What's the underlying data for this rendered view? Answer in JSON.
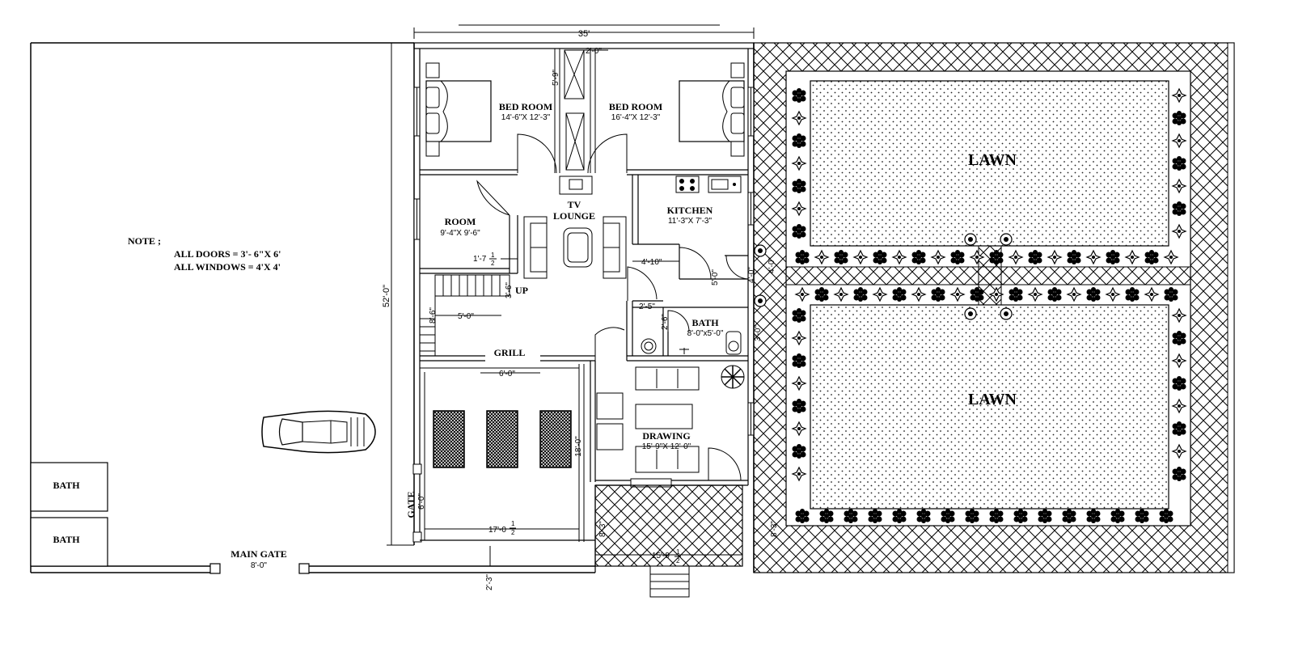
{
  "rooms": {
    "bed_left": {
      "name": "BED ROOM",
      "size": "14'-6\"X 12'-3\""
    },
    "bed_right": {
      "name": "BED ROOM",
      "size": "16'-4\"X 12'-3\""
    },
    "tv_lounge_1": "TV",
    "tv_lounge_2": "LOUNGE",
    "room": {
      "name": "ROOM",
      "size": "9'-4\"X 9'-6\""
    },
    "kitchen": {
      "name": "KITCHEN",
      "size": "11'-3\"X 7'-3\""
    },
    "bath_inner": {
      "name": "BATH",
      "size": "8'-0\"x5'-0\""
    },
    "drawing": {
      "name": "DRAWING",
      "size": "15'-9\"X 12'-0\""
    },
    "bath_1": "BATH",
    "bath_2": "BATH",
    "lawn_1": "LAWN",
    "lawn_2": "LAWN"
  },
  "labels": {
    "grill": "GRILL",
    "up": "UP",
    "gate": "GATE",
    "main_gate": "MAIN GATE"
  },
  "note": {
    "title": "NOTE ;",
    "doors": "ALL DOORS = 3'- 6\"X 6'",
    "windows": "ALL WINDOWS = 4'X 4'"
  },
  "dims": {
    "total_width": "35'",
    "total_depth": "52'-0\"",
    "passage": "2'-0\"",
    "duct": "5'-9\"",
    "room_gap": "1'-7",
    "room_gap_frac_n": "1",
    "room_gap_frac_d": "2",
    "stair_rise": "3'-6\"",
    "stair_run": "5'-0\"",
    "stair_side": "8'-6\"",
    "kitchen_gap": "4'-10\"",
    "kitchen_door": "5'-0\"",
    "side_door": "4'-0\"",
    "side_gap": "4'-0\"",
    "bath_gap": "2'-5\"",
    "bath_door": "2'-6\"",
    "bath_side": "3'-0\"",
    "porch_width": "6'-0\"",
    "porch_depth": "18'-0\"",
    "porch_total": "17'-0",
    "porch_frac_n": "1",
    "porch_frac_d": "2",
    "gate_width": "6'-0\"",
    "main_gate_width": "8'-0\"",
    "setback": "2'-3\"",
    "front_lawn": "8'-3\"",
    "front_lawn_r": "8'-3\"",
    "front_width": "15'-9",
    "front_frac_n": "1",
    "front_frac_d": "2"
  }
}
